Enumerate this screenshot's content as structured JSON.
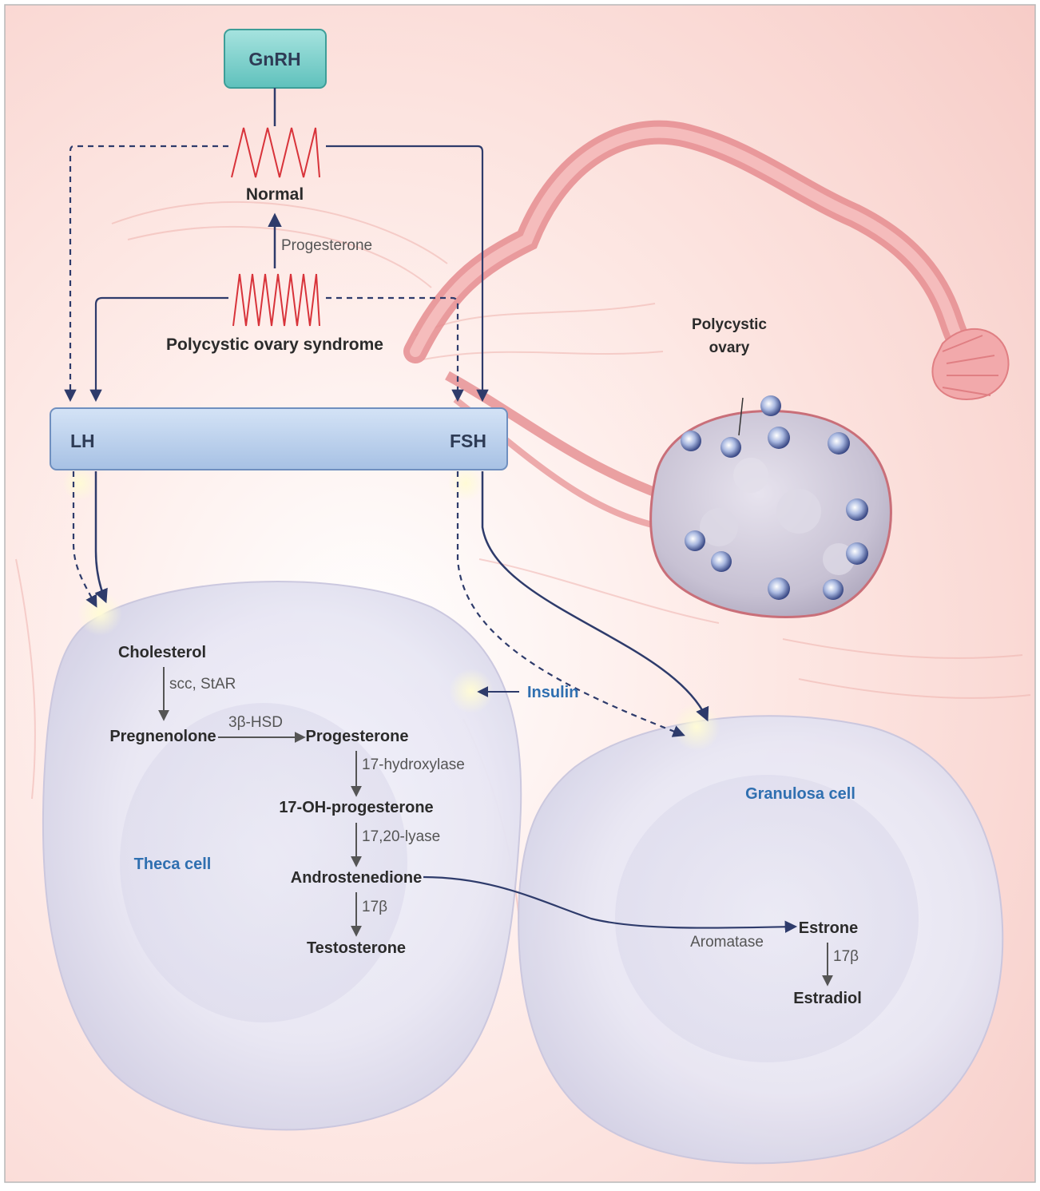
{
  "colors": {
    "background": "#fbe3df",
    "tissue_pink": "#f4c7c3",
    "tube": "#e98d8f",
    "ovary": "#c9c4d2",
    "cell_fill": "#ecebf6",
    "gnrh_box": "#7fd3cf",
    "lh_fsh_bar": "#bcd3ee",
    "pulse_red": "#d8333a",
    "arrow_navy": "#2e3b6b",
    "label_blue": "#2f6fb0"
  },
  "hormones": {
    "gnrh": "GnRH",
    "lh": "LH",
    "fsh": "FSH"
  },
  "pulse": {
    "normal": "Normal",
    "progesterone": "Progesterone",
    "pcos": "Polycystic ovary syndrome"
  },
  "ovary_label": {
    "line1": "Polycystic",
    "line2": "ovary"
  },
  "insulin": "Insulin",
  "theca": {
    "title": "Theca cell",
    "cholesterol": "Cholesterol",
    "scc": "scc, StAR",
    "pregnenolone": "Pregnenolone",
    "hsd": "3β-HSD",
    "progesterone": "Progesterone",
    "hydroxylase": "17-hydroxylase",
    "oh_progesterone": "17-OH-progesterone",
    "lyase": "17,20-lyase",
    "androstenedione": "Androstenedione",
    "beta": "17β",
    "testosterone": "Testosterone"
  },
  "granulosa": {
    "title": "Granulosa cell",
    "aromatase": "Aromatase",
    "estrone": "Estrone",
    "beta": "17β",
    "estradiol": "Estradiol"
  }
}
